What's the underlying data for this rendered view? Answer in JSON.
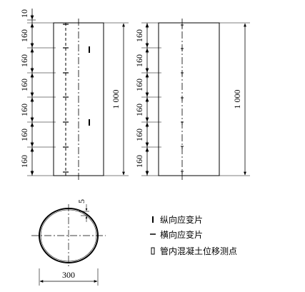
{
  "left_elevation": {
    "top_gap_label": "10",
    "segment_labels": [
      "160",
      "160",
      "160",
      "160",
      "160",
      "160"
    ],
    "total_label": "1 000"
  },
  "right_elevation": {
    "segment_labels": [
      "160",
      "160",
      "160",
      "160",
      "160",
      "160"
    ],
    "total_label": "1 000"
  },
  "cross_section": {
    "diameter_label": "300",
    "offset_label": "5"
  },
  "legend": {
    "items": [
      {
        "symbol": "vertical-tick",
        "label": "纵向应变片"
      },
      {
        "symbol": "horizontal-tick",
        "label": "横向应变片"
      },
      {
        "symbol": "hollow-rect",
        "label": "管内混凝土位移测点"
      }
    ]
  }
}
